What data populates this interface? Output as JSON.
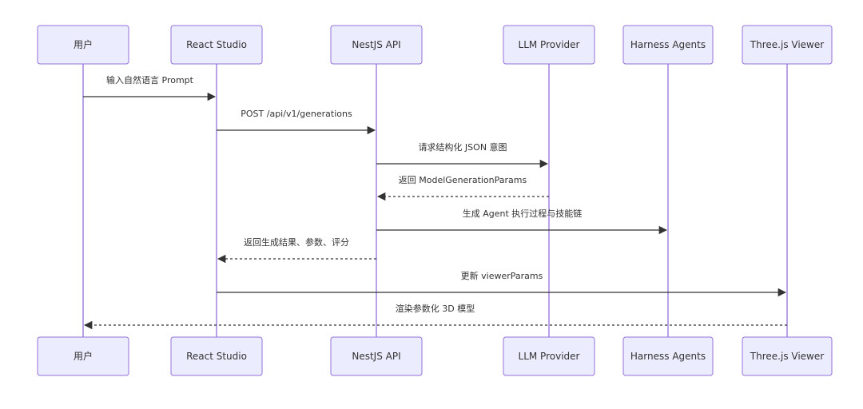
{
  "participants": [
    {
      "id": "user",
      "label": "用户"
    },
    {
      "id": "studio",
      "label": "React Studio"
    },
    {
      "id": "api",
      "label": "NestJS API"
    },
    {
      "id": "llm",
      "label": "LLM Provider"
    },
    {
      "id": "agents",
      "label": "Harness Agents"
    },
    {
      "id": "viewer",
      "label": "Three.js Viewer"
    }
  ],
  "messages": [
    {
      "from": "user",
      "to": "studio",
      "label": "输入自然语言 Prompt",
      "style": "solid"
    },
    {
      "from": "studio",
      "to": "api",
      "label": "POST /api/v1/generations",
      "style": "solid"
    },
    {
      "from": "api",
      "to": "llm",
      "label": "请求结构化 JSON 意图",
      "style": "solid"
    },
    {
      "from": "llm",
      "to": "api",
      "label": "返回 ModelGenerationParams",
      "style": "dashed"
    },
    {
      "from": "api",
      "to": "agents",
      "label": "生成 Agent 执行过程与技能链",
      "style": "solid"
    },
    {
      "from": "api",
      "to": "studio",
      "label": "返回生成结果、参数、评分",
      "style": "dashed"
    },
    {
      "from": "studio",
      "to": "viewer",
      "label": "更新 viewerParams",
      "style": "solid"
    },
    {
      "from": "viewer",
      "to": "user",
      "label": "渲染参数化 3D 模型",
      "style": "dashed"
    }
  ],
  "colors": {
    "actor_fill": "#ECECFF",
    "actor_stroke": "#9370DB",
    "lifeline": "#9370DB",
    "message": "#333333"
  }
}
